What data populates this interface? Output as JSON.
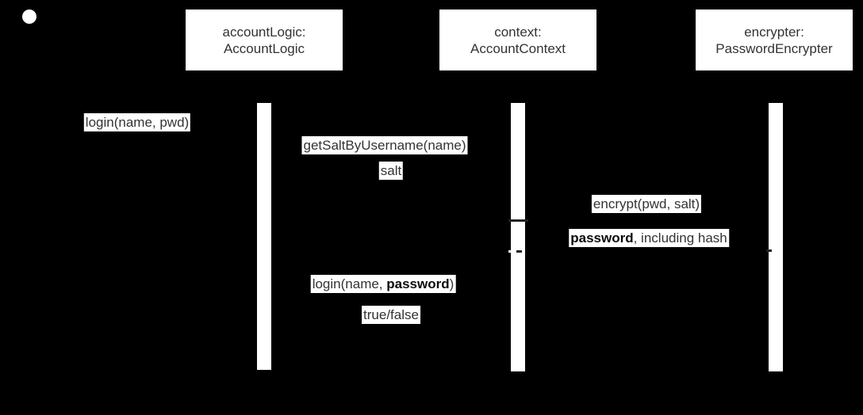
{
  "colors": {
    "background": "#000000",
    "surface": "#ffffff",
    "text_primary": "#333333",
    "text_bold": "#0b0b0b"
  },
  "diagram": {
    "type": "sequence-diagram",
    "start_node": "filled-circle",
    "participants": [
      {
        "name": "accountLogic:",
        "type": "AccountLogic"
      },
      {
        "name": "context:",
        "type": "AccountContext"
      },
      {
        "name": "encrypter:",
        "type": "PasswordEncrypter"
      }
    ],
    "messages": [
      {
        "kind": "call",
        "text": "login(name, pwd)"
      },
      {
        "kind": "call",
        "text": "getSaltByUsername(name)"
      },
      {
        "kind": "return",
        "text": "salt"
      },
      {
        "kind": "call",
        "text": "encrypt(pwd, salt)"
      },
      {
        "kind": "return",
        "bold": "password",
        "rest": ", including hash"
      },
      {
        "kind": "call",
        "pre": "login(name, ",
        "bold": "password",
        "post": ")"
      },
      {
        "kind": "return",
        "text": "true/false"
      }
    ]
  }
}
